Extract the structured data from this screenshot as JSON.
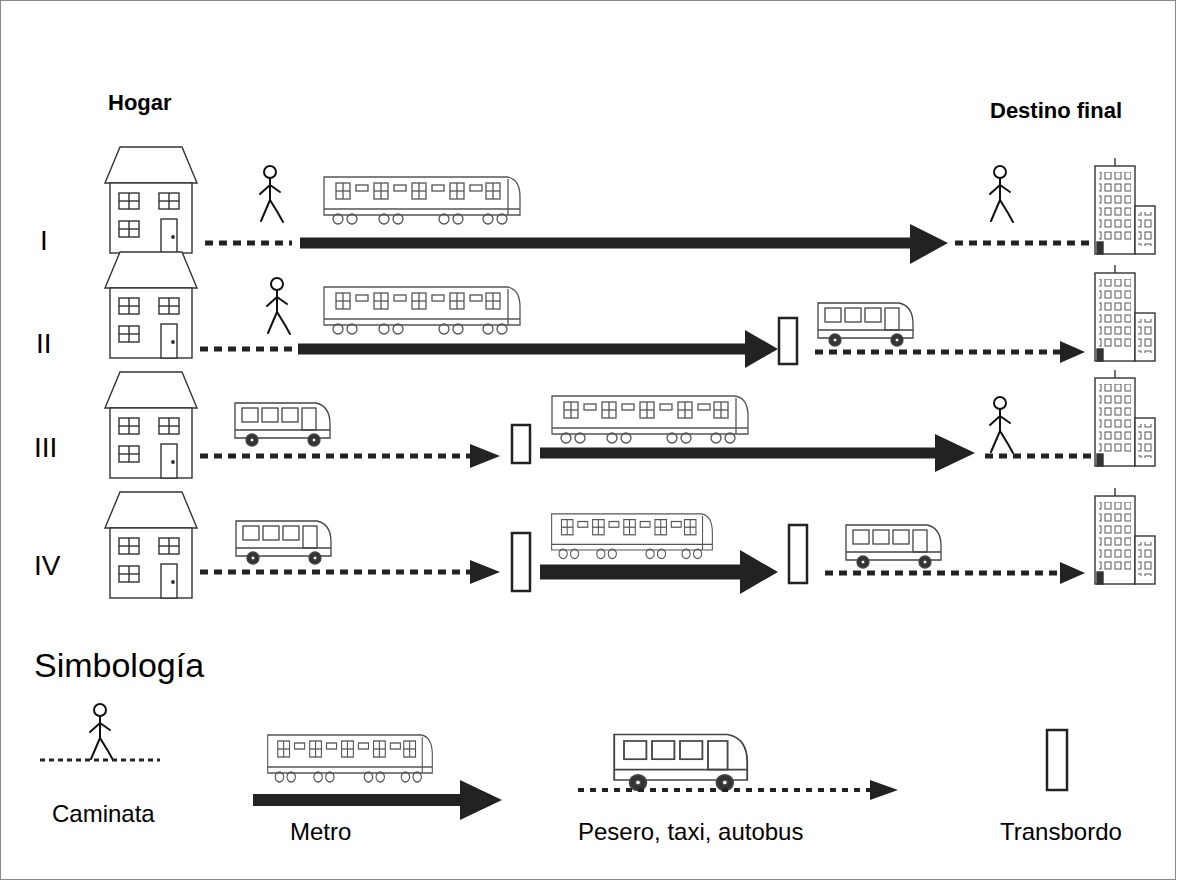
{
  "diagram": {
    "labels": [
      "Hogar",
      "Destino final",
      "I",
      "II",
      "III",
      "IV",
      "Simbología"
    ],
    "legend": [
      {
        "text": "Caminata"
      },
      {
        "text": "Metro"
      },
      {
        "text": "Pesero, taxi, autobus"
      },
      {
        "text": "Transbordo"
      }
    ]
  }
}
